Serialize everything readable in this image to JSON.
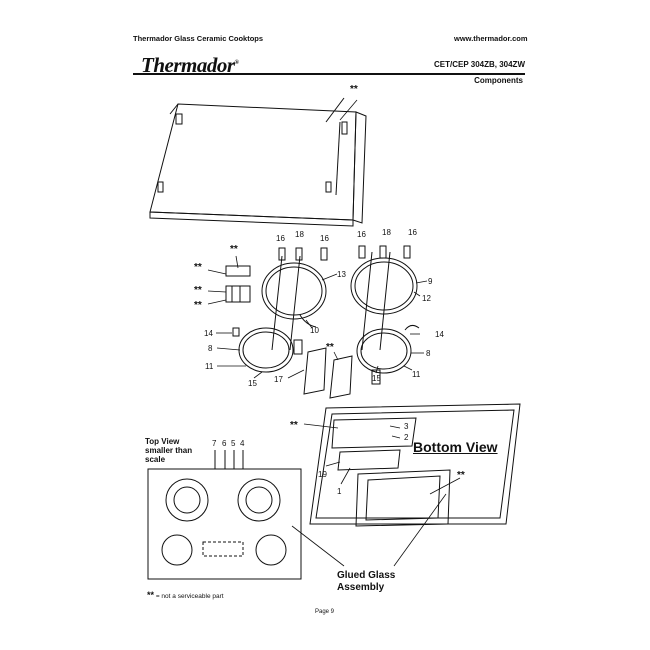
{
  "header": {
    "left_title": "Thermador Glass Ceramic Cooktops",
    "website": "www.thermador.com",
    "brand": "Thermador",
    "model": "CET/CEP 304ZB, 304ZW",
    "section": "Components"
  },
  "callouts": {
    "c16": "16",
    "c18": "18",
    "c13": "13",
    "c9": "9",
    "c12": "12",
    "c10": "10",
    "c14": "14",
    "c8": "8",
    "c11": "11",
    "c15": "15",
    "c17": "17",
    "c3": "3",
    "c2": "2",
    "c1": "1",
    "c19": "19",
    "c7": "7",
    "c6": "6",
    "c5": "5",
    "c4": "4",
    "star": "**"
  },
  "labels": {
    "top_view": "Top View smaller than scale",
    "bottom_view": "Bottom View",
    "glued_glass": "Glued Glass Assembly"
  },
  "footer": {
    "note_symbol": "**",
    "note_text": "= not a serviceable part",
    "page": "Page 9"
  }
}
